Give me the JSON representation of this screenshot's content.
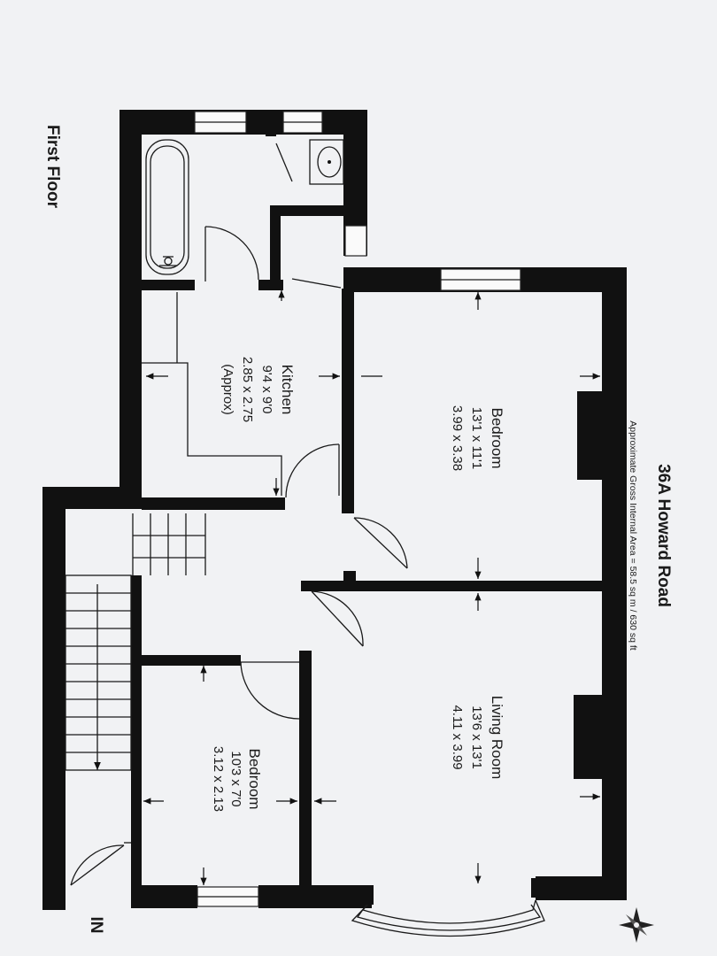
{
  "title": "36A Howard Road",
  "subtitle": "Approximate Gross Internal Area = 58.5 sq m / 630 sq ft",
  "floor_label": "First Floor",
  "entrance_label": "IN",
  "rooms": {
    "kitchen": {
      "name": "Kitchen",
      "imperial": "9'4 x 9'0",
      "metric": "2.85 x 2.75",
      "note": "(Approx)"
    },
    "bedroom_1": {
      "name": "Bedroom",
      "imperial": "13'1 x 11'1",
      "metric": "3.99 x 3.38"
    },
    "living_room": {
      "name": "Living Room",
      "imperial": "13'6 x 13'1",
      "metric": "4.11 x 3.99"
    },
    "bedroom_2": {
      "name": "Bedroom",
      "imperial": "10'3 x 7'0",
      "metric": "3.12 x 2.13"
    }
  },
  "icons": [
    "compass-icon",
    "bathtub-icon",
    "wash-basin-icon",
    "stairs-icon",
    "door-swing-icon",
    "window-icon",
    "dimension-arrow-icon"
  ]
}
